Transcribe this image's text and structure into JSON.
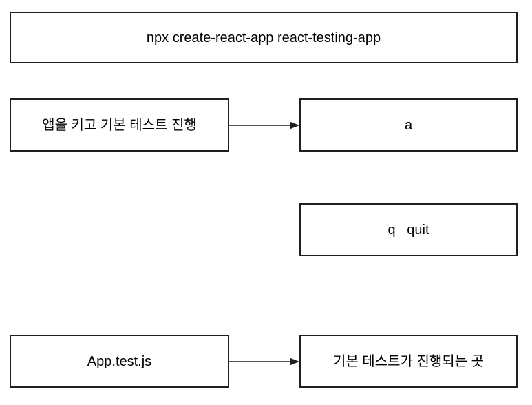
{
  "diagram": {
    "background_color": "#ffffff",
    "box_border_color": "#1f1f1f",
    "text_color": "#000000",
    "arrow_color": "#1f1f1f",
    "nodes": [
      {
        "id": "npx-command",
        "label": "npx create-react-app react-testing-app"
      },
      {
        "id": "start-app-basic-test",
        "label": "앱을 키고 기본 테스트 진행"
      },
      {
        "id": "key-a",
        "label": "a"
      },
      {
        "id": "key-q-quit",
        "label": "q   quit"
      },
      {
        "id": "app-test-js",
        "label": "App.test.js"
      },
      {
        "id": "basic-test-place",
        "label": "기본 테스트가 진행되는 곳"
      }
    ],
    "edges": [
      {
        "from": "start-app-basic-test",
        "to": "key-a"
      },
      {
        "from": "app-test-js",
        "to": "basic-test-place"
      }
    ]
  }
}
